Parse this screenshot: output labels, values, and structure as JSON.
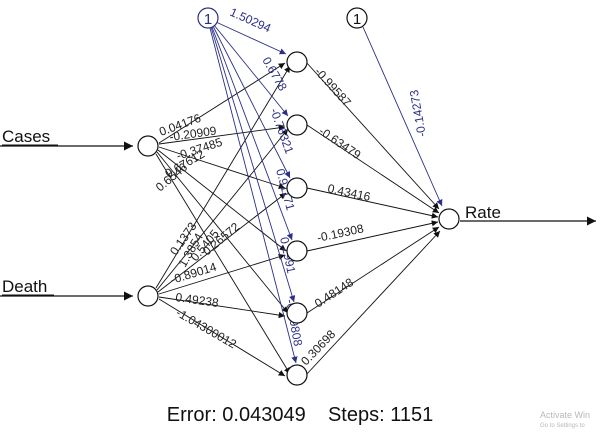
{
  "inputs": {
    "cases": "Cases",
    "death": "Death"
  },
  "output": {
    "rate": "Rate"
  },
  "bias_nodes": {
    "hidden": "1",
    "output": "1"
  },
  "weights": {
    "cases_h1": "0.04176",
    "cases_h2": "-0.20909",
    "cases_h3": "-0.37485",
    "cases_h4": "0.67612",
    "cases_h5": "0.6546",
    "cases_h6": "0.1373",
    "death_h1": "1.3854",
    "death_h2": "0.5405",
    "death_h3": "0.26572",
    "death_h4": "-0.89014",
    "death_h5": "0.49238",
    "death_h6": "-1.04300012",
    "bias_h1": "1.50294",
    "bias_h2": "0.6778",
    "bias_h3": "-0.76321",
    "bias_h4": "0.91171",
    "bias_h5": "0.2991",
    "bias_h6": "-0.59808",
    "h1_out": "-0.99587",
    "h2_out": "-0.63479",
    "h3_out": "0.43416",
    "h4_out": "-0.19308",
    "h5_out": "0.48148",
    "h6_out": "0.30698",
    "bias_out": "-0.14273"
  },
  "footer": {
    "error": "Error: 0.043049",
    "steps": "Steps: 1151"
  },
  "watermark": {
    "line1": "Activate Win",
    "line2": "Go to Settings to"
  },
  "colors": {
    "edge": "#111111",
    "bias_edge": "#2b2f86",
    "text": "#222222"
  }
}
